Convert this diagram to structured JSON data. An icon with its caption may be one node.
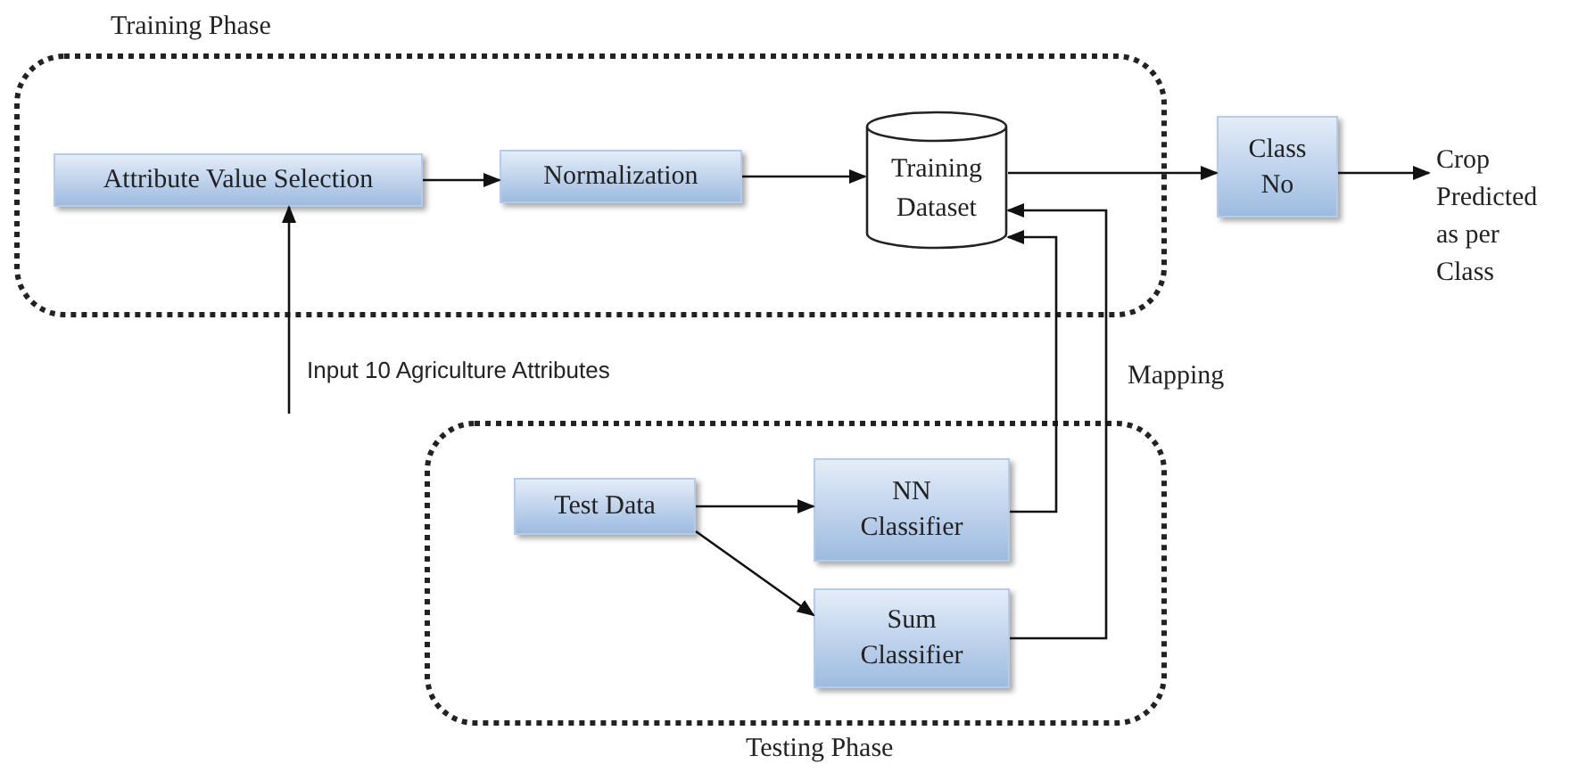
{
  "diagram": {
    "nodes": [
      {
        "text": [
          "Training Phase"
        ]
      },
      {
        "text": [
          "Attribute Value Selection"
        ],
        "in": 0
      },
      {
        "text": [
          "Normalization"
        ],
        "in": 0
      },
      {
        "text": [
          "Training Dataset"
        ],
        "in": 0
      },
      {
        "text": [
          "Class No"
        ]
      },
      {
        "text": [
          "Crop Predicted as per Class"
        ]
      },
      {
        "text": [
          "Testing Phase"
        ]
      },
      {
        "text": [
          "Test Data"
        ],
        "in": 6
      },
      {
        "text": [
          "NN Classifier"
        ],
        "in": 6
      },
      {
        "text": [
          "Sum Classifier"
        ],
        "in": 6
      }
    ],
    "edges": [
      {
        "from": 1,
        "to": 2,
        "arrow": "to"
      },
      {
        "from": 2,
        "to": 3,
        "arrow": "to"
      },
      {
        "from": 3,
        "to": 4,
        "arrow": "to"
      },
      {
        "from": 4,
        "to": 5,
        "arrow": "to"
      },
      {
        "from": null,
        "to": 1,
        "arrow": "to",
        "label": "Input 10 Agriculture Attributes"
      },
      {
        "from": 7,
        "to": 8,
        "arrow": "to"
      },
      {
        "from": 7,
        "to": 9,
        "arrow": "to"
      },
      {
        "from": 8,
        "to": 3,
        "arrow": "to"
      },
      {
        "from": 9,
        "to": 3,
        "arrow": "to",
        "label": "Mapping"
      }
    ]
  }
}
